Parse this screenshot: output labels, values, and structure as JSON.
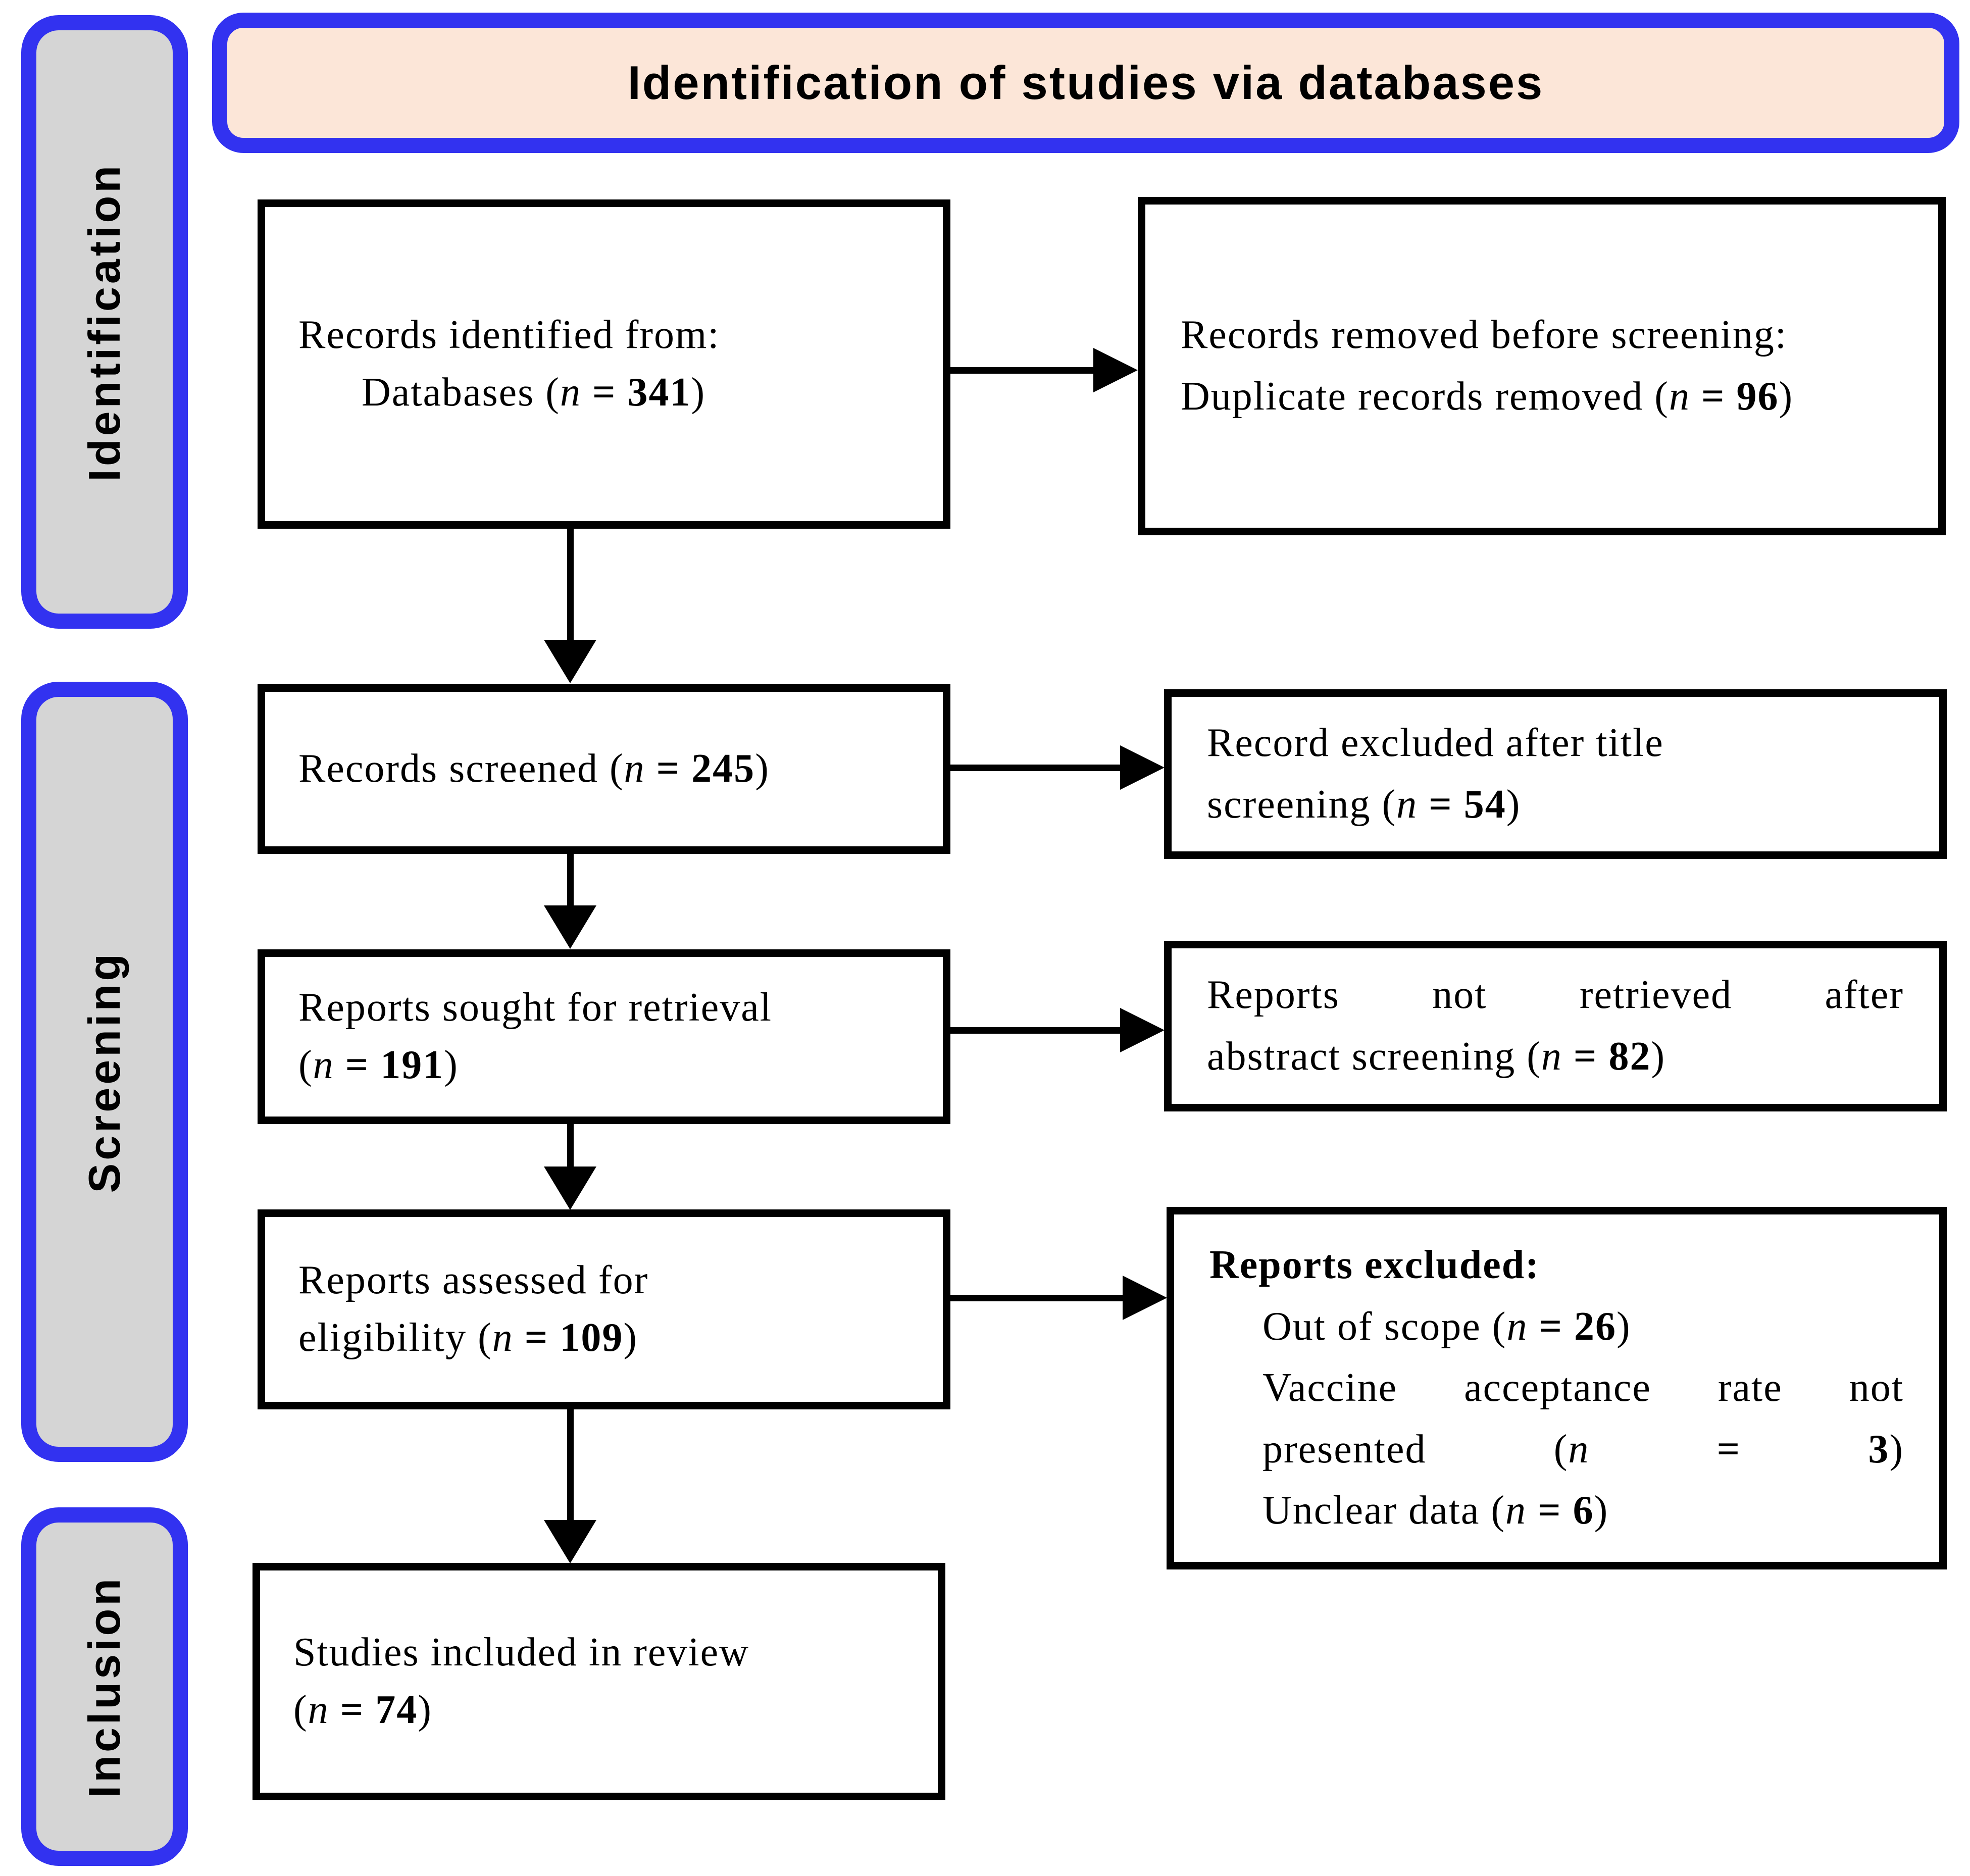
{
  "header": {
    "title": "Identification of studies via databases"
  },
  "sidebar": {
    "stages": [
      {
        "label": "Identification"
      },
      {
        "label": "Screening"
      },
      {
        "label": "Inclusion"
      }
    ]
  },
  "colors": {
    "accent_blue": "#3232f0",
    "header_peach": "#fce6d8",
    "sidebar_gray": "#d5d5d5",
    "line_black": "#000000"
  },
  "boxes": {
    "identified": {
      "lines": [
        "Records identified from:",
        "Databases (*n* **= 341**)"
      ]
    },
    "removed_before_screening": {
      "lines": [
        "Records removed before screening:",
        "Duplicate records removed (*n* **= 96**)"
      ]
    },
    "screened": {
      "lines": [
        "Records screened (*n* **= 245**)"
      ]
    },
    "excluded_after_title": {
      "lines": [
        "Record excluded after title",
        "screening (*n* **= 54**)"
      ]
    },
    "sought": {
      "lines": [
        "Reports sought for retrieval",
        "(*n* **= 191**)"
      ]
    },
    "not_retrieved": {
      "lines": [
        "Reports not retrieved after",
        "abstract screening (*n* **= 82**)"
      ]
    },
    "assessed": {
      "lines": [
        "Reports assessed for",
        "eligibility (*n* **= 109**)"
      ]
    },
    "reports_excluded": {
      "title": "**Reports excluded:**",
      "items": [
        "Out of scope (*n* **= 26**)",
        "Vaccine acceptance rate not presented (*n* **= 3**)",
        "Unclear data (*n* **= 6**)"
      ]
    },
    "included": {
      "lines": [
        "Studies included in review",
        "(*n* **= 74**)"
      ]
    }
  }
}
